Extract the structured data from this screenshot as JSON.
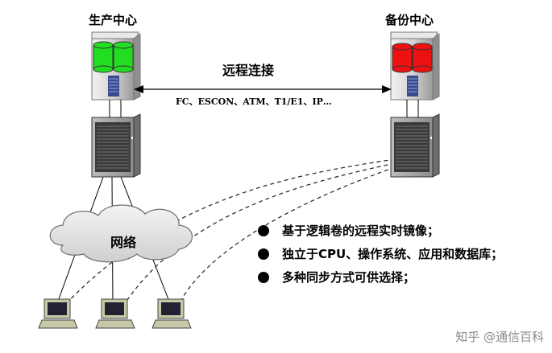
{
  "sites": {
    "production": {
      "title": "生产中心",
      "disk_color": "#22dd22"
    },
    "backup": {
      "title": "备份中心",
      "disk_color": "#ee1111"
    }
  },
  "link": {
    "title": "远程连接",
    "protocols": "FC、ESCON、ATM、T1/E1、IP…"
  },
  "network": {
    "label": "网络"
  },
  "features": [
    "基于逻辑卷的远程实时镜像；",
    "独立于CPU、操作系统、应用和数据库；",
    "多种同步方式可供选择；"
  ],
  "watermark": "知乎 @通信百科"
}
